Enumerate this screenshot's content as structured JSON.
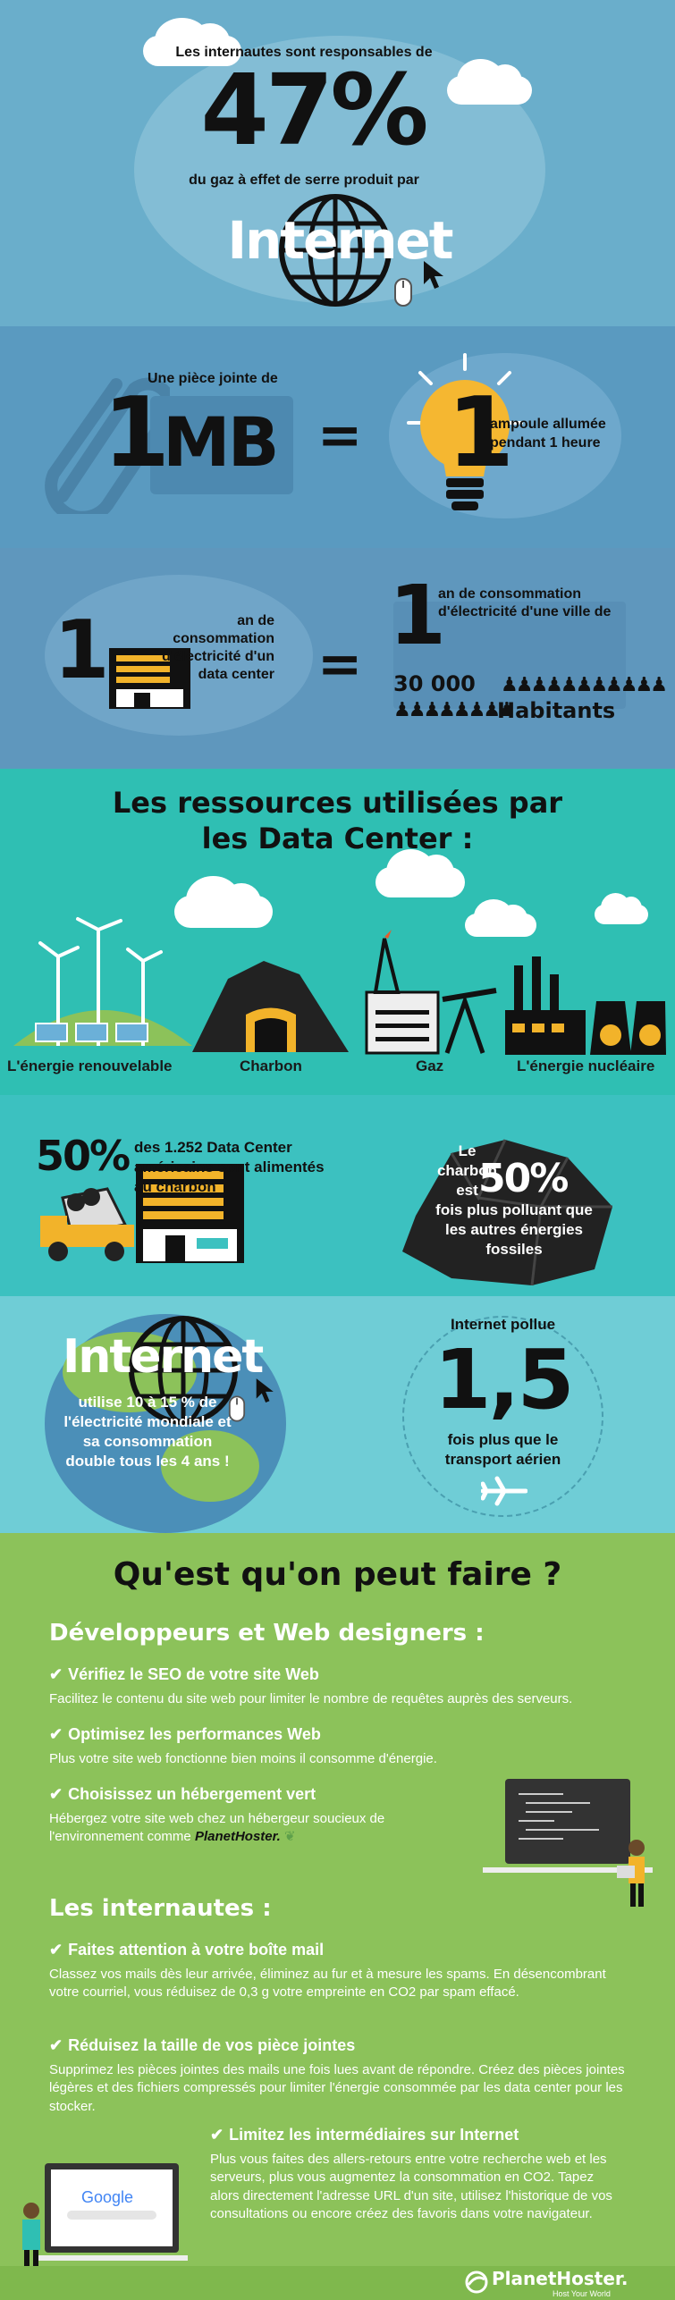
{
  "colors": {
    "section1_bg": "#6aaecb",
    "section2_bg": "#5a9ac0",
    "section3_bg": "#5f97bd",
    "section4_bg": "#2fbfb3",
    "section5_bg": "#3cc1c0",
    "section6_bg": "#6fcdd6",
    "section7_bg": "#8cc25a",
    "dark": "#1a1a1a",
    "yellow": "#f2b32a",
    "footer_bg": "#7fb84d"
  },
  "header": {
    "intro": "Les internautes sont responsables de",
    "percent": "47%",
    "subtitle": "du gaz à effet de serre produit par",
    "internet_word": "Internet"
  },
  "attachment": {
    "label": "Une pièce jointe de",
    "number": "1",
    "unit": "MB",
    "equals": "=",
    "bulb_number": "1",
    "bulb_text": "ampoule allumée pendant 1 heure"
  },
  "datacenter_year": {
    "number": "1",
    "left_text": "an de consommation d'électricité d'un data center",
    "equals": "=",
    "right_number": "1",
    "right_text": "an de consommation d'électricité d'une ville de",
    "population": "30 000",
    "inhabitants": "Habitants"
  },
  "resources": {
    "title": "Les ressources utilisées par les Data Center :",
    "labels": [
      "L'énergie renouvelable",
      "Charbon",
      "Gaz",
      "L'énergie nucléaire"
    ]
  },
  "coal": {
    "percent": "50%",
    "left_text": "des 1.252 Data Center américains sont alimentés au charbon",
    "right_prefix": "Le charbon est",
    "right_percent": "50%",
    "right_suffix": "fois plus polluant que les autres énergies fossiles"
  },
  "internet_usage": {
    "internet_word": "Internet",
    "text": "utilise 10 à 15 % de l'électricité mondiale et sa consommation double tous les 4 ans !",
    "pollution_title": "Internet pollue",
    "pollution_number": "1,5",
    "pollution_text": "fois plus que le transport aérien"
  },
  "actions": {
    "title": "Qu'est qu'on peut faire ?",
    "developers_title": "Développeurs et Web designers :",
    "developer_tips": [
      {
        "title": "Vérifiez le SEO de votre site Web",
        "text": "Facilitez le contenu du site web pour limiter le nombre de requêtes auprès des serveurs."
      },
      {
        "title": "Optimisez les performances Web",
        "text": "Plus votre site web fonctionne bien moins il consomme d'énergie."
      },
      {
        "title": "Choisissez un hébergement vert",
        "text": "Hébergez votre site web chez un hébergeur soucieux de l'environnement comme"
      }
    ],
    "hoster_inline": "PlanetHoster.",
    "users_title": "Les internautes :",
    "user_tips": [
      {
        "title": "Faites attention à votre boîte mail",
        "text": "Classez vos mails dès leur arrivée, éliminez au fur et à mesure les spams. En désencombrant votre courriel, vous réduisez de 0,3 g votre empreinte en CO2 par spam effacé."
      },
      {
        "title": "Réduisez la taille de vos pièce jointes",
        "text": "Supprimez les pièces jointes des mails une fois lues avant de répondre. Créez des pièces jointes légères et des fichiers compressés pour limiter l'énergie consommée par les data center pour les stocker."
      },
      {
        "title": "Limitez les intermédiaires sur Internet",
        "text": "Plus vous faites des allers-retours entre votre recherche web et les serveurs, plus vous augmentez la consommation en CO2. Tapez alors directement l'adresse URL d'un site, utilisez l'historique de vos consultations ou encore créez des favoris dans votre navigateur."
      }
    ],
    "google_label": "Google"
  },
  "footer": {
    "brand": "PlanetHoster.",
    "tagline": "Host Your World"
  }
}
